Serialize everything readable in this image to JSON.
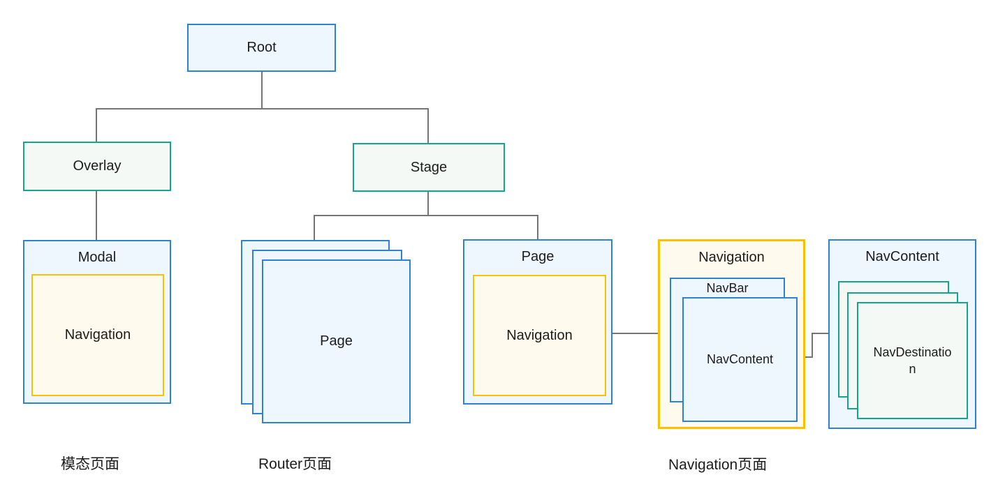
{
  "diagram": {
    "nodes": {
      "root": "Root",
      "overlay": "Overlay",
      "stage": "Stage",
      "modal": "Modal",
      "modal_navigation": "Navigation",
      "router_page": "Page",
      "page": "Page",
      "page_navigation": "Navigation",
      "navigation_panel": "Navigation",
      "navbar": "NavBar",
      "navcontent_inner": "NavContent",
      "navcontent_panel": "NavContent",
      "navdestination": "NavDestination"
    },
    "captions": {
      "modal": "模态页面",
      "router": "Router页面",
      "navigation": "Navigation页面"
    },
    "colors": {
      "blue_border": "#2b83d1",
      "blue_fill": "#eff7fe",
      "teal_border": "#12a68c",
      "teal_fill": "#f4f9f5",
      "yellow_border": "#fcc002",
      "yellow_fill": "#fffaee",
      "connector": "#757575",
      "text": "#1c1c1c"
    }
  }
}
